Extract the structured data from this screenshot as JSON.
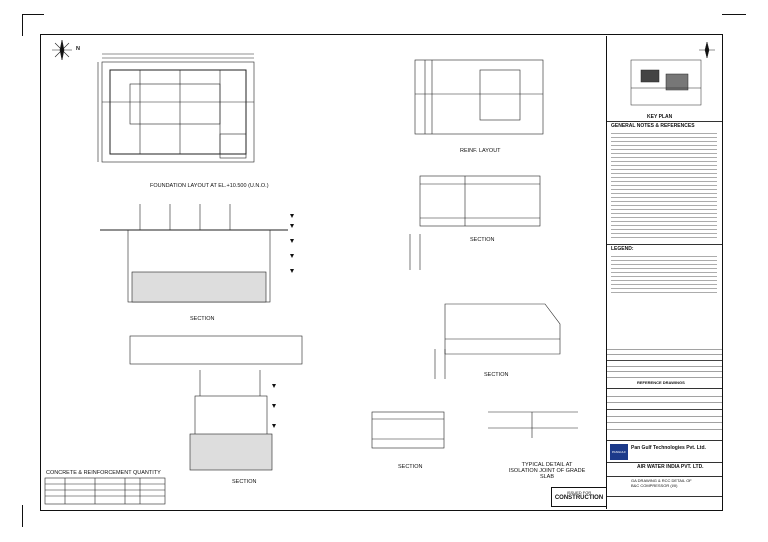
{
  "drawings": {
    "foundation_title": "FOUNDATION LAYOUT AT EL.+10.500 (U.N.O.)",
    "reinf_layout": "REINF. LAYOUT",
    "section1": "SECTION",
    "section2": "SECTION",
    "section3": "SECTION",
    "section4": "SECTION",
    "section5": "SECTION",
    "typical_detail": "TYPICAL DETAIL AT ISOLATION JOINT OF GRADE SLAB"
  },
  "quantity_table": {
    "title": "CONCRETE & REINFORCEMENT QUANTITY",
    "rows": [
      [
        "",
        "",
        "",
        "",
        ""
      ],
      [
        "",
        "",
        "",
        "",
        ""
      ],
      [
        "",
        "",
        "",
        "",
        ""
      ],
      [
        "",
        "",
        "",
        "",
        ""
      ]
    ]
  },
  "key_plan": {
    "label": "KEY PLAN"
  },
  "notes": {
    "heading": "GENERAL NOTES & REFERENCES"
  },
  "legend": {
    "heading": "LEGEND:"
  },
  "reference": {
    "label": "REFERENCE DRAWINGS"
  },
  "consultant": {
    "company": "Pan Gulf Technologies Pvt. Ltd.",
    "logo_text": "PANGULF"
  },
  "client": "AIR WATER INDIA PVT. LTD.",
  "drawing_title": "GA DRAWING & RCC DETAIL OF B&C COMPRESSOR (I/II)",
  "stamp": {
    "line1": "ISSUED FOR",
    "line2": "CONSTRUCTION"
  },
  "north": "N"
}
